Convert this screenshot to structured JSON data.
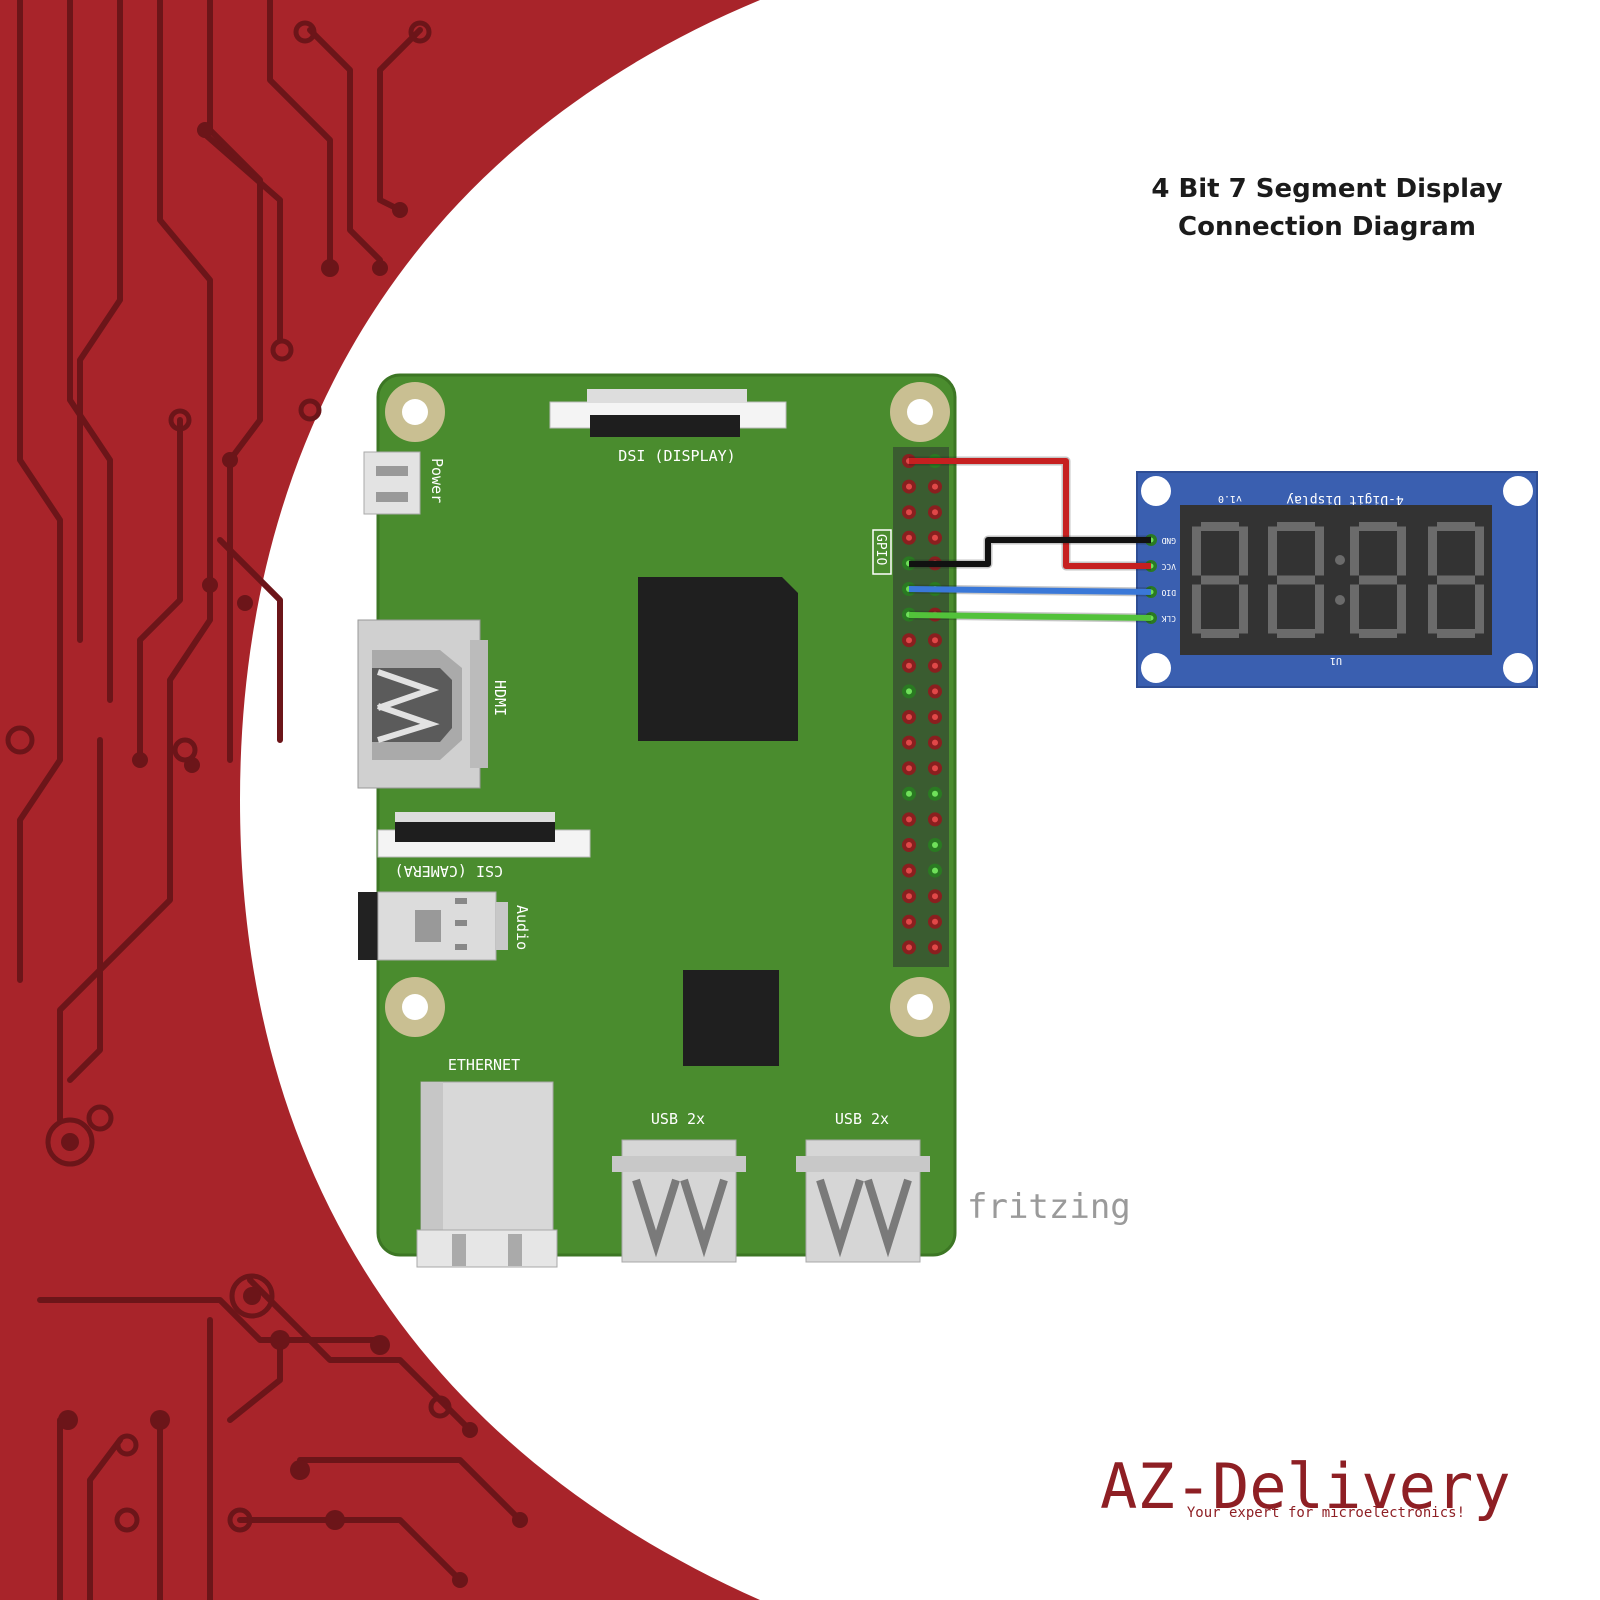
{
  "title": {
    "line1": "4 Bit 7 Segment Display",
    "line2": "Connection Diagram"
  },
  "board": {
    "labels": {
      "dsi": "DSI (DISPLAY)",
      "power": "Power",
      "gpio": "GPIO",
      "hdmi": "HDMI",
      "csi": "CSI (CAMERA)",
      "audio": "Audio",
      "ethernet": "ETHERNET",
      "usb1": "USB 2x",
      "usb2": "USB 2x"
    }
  },
  "module": {
    "title": "4-Digit Display",
    "version": "v1.0",
    "designator": "U1",
    "digits": "88:88",
    "pins": [
      "GND",
      "VCC",
      "DIO",
      "CLK"
    ]
  },
  "wires": [
    {
      "from": "Raspberry Pi pin 2 (5V)",
      "to": "VCC",
      "color": "#c62020"
    },
    {
      "from": "Raspberry Pi pin 9 (GND)",
      "to": "GND",
      "color": "#111111"
    },
    {
      "from": "Raspberry Pi pin 11",
      "to": "DIO",
      "color": "#3a78d8"
    },
    {
      "from": "Raspberry Pi pin 13",
      "to": "CLK",
      "color": "#52c23a"
    }
  ],
  "watermark": "fritzing",
  "brand": {
    "name": "AZ-Delivery",
    "tagline": "Your expert for microelectronics!"
  },
  "colors": {
    "background_red": "#a8242a",
    "trace_dark": "#6c1519",
    "board_green": "#4a8c2e",
    "module_blue": "#3a5fb0",
    "brand": "#8e1f24"
  }
}
